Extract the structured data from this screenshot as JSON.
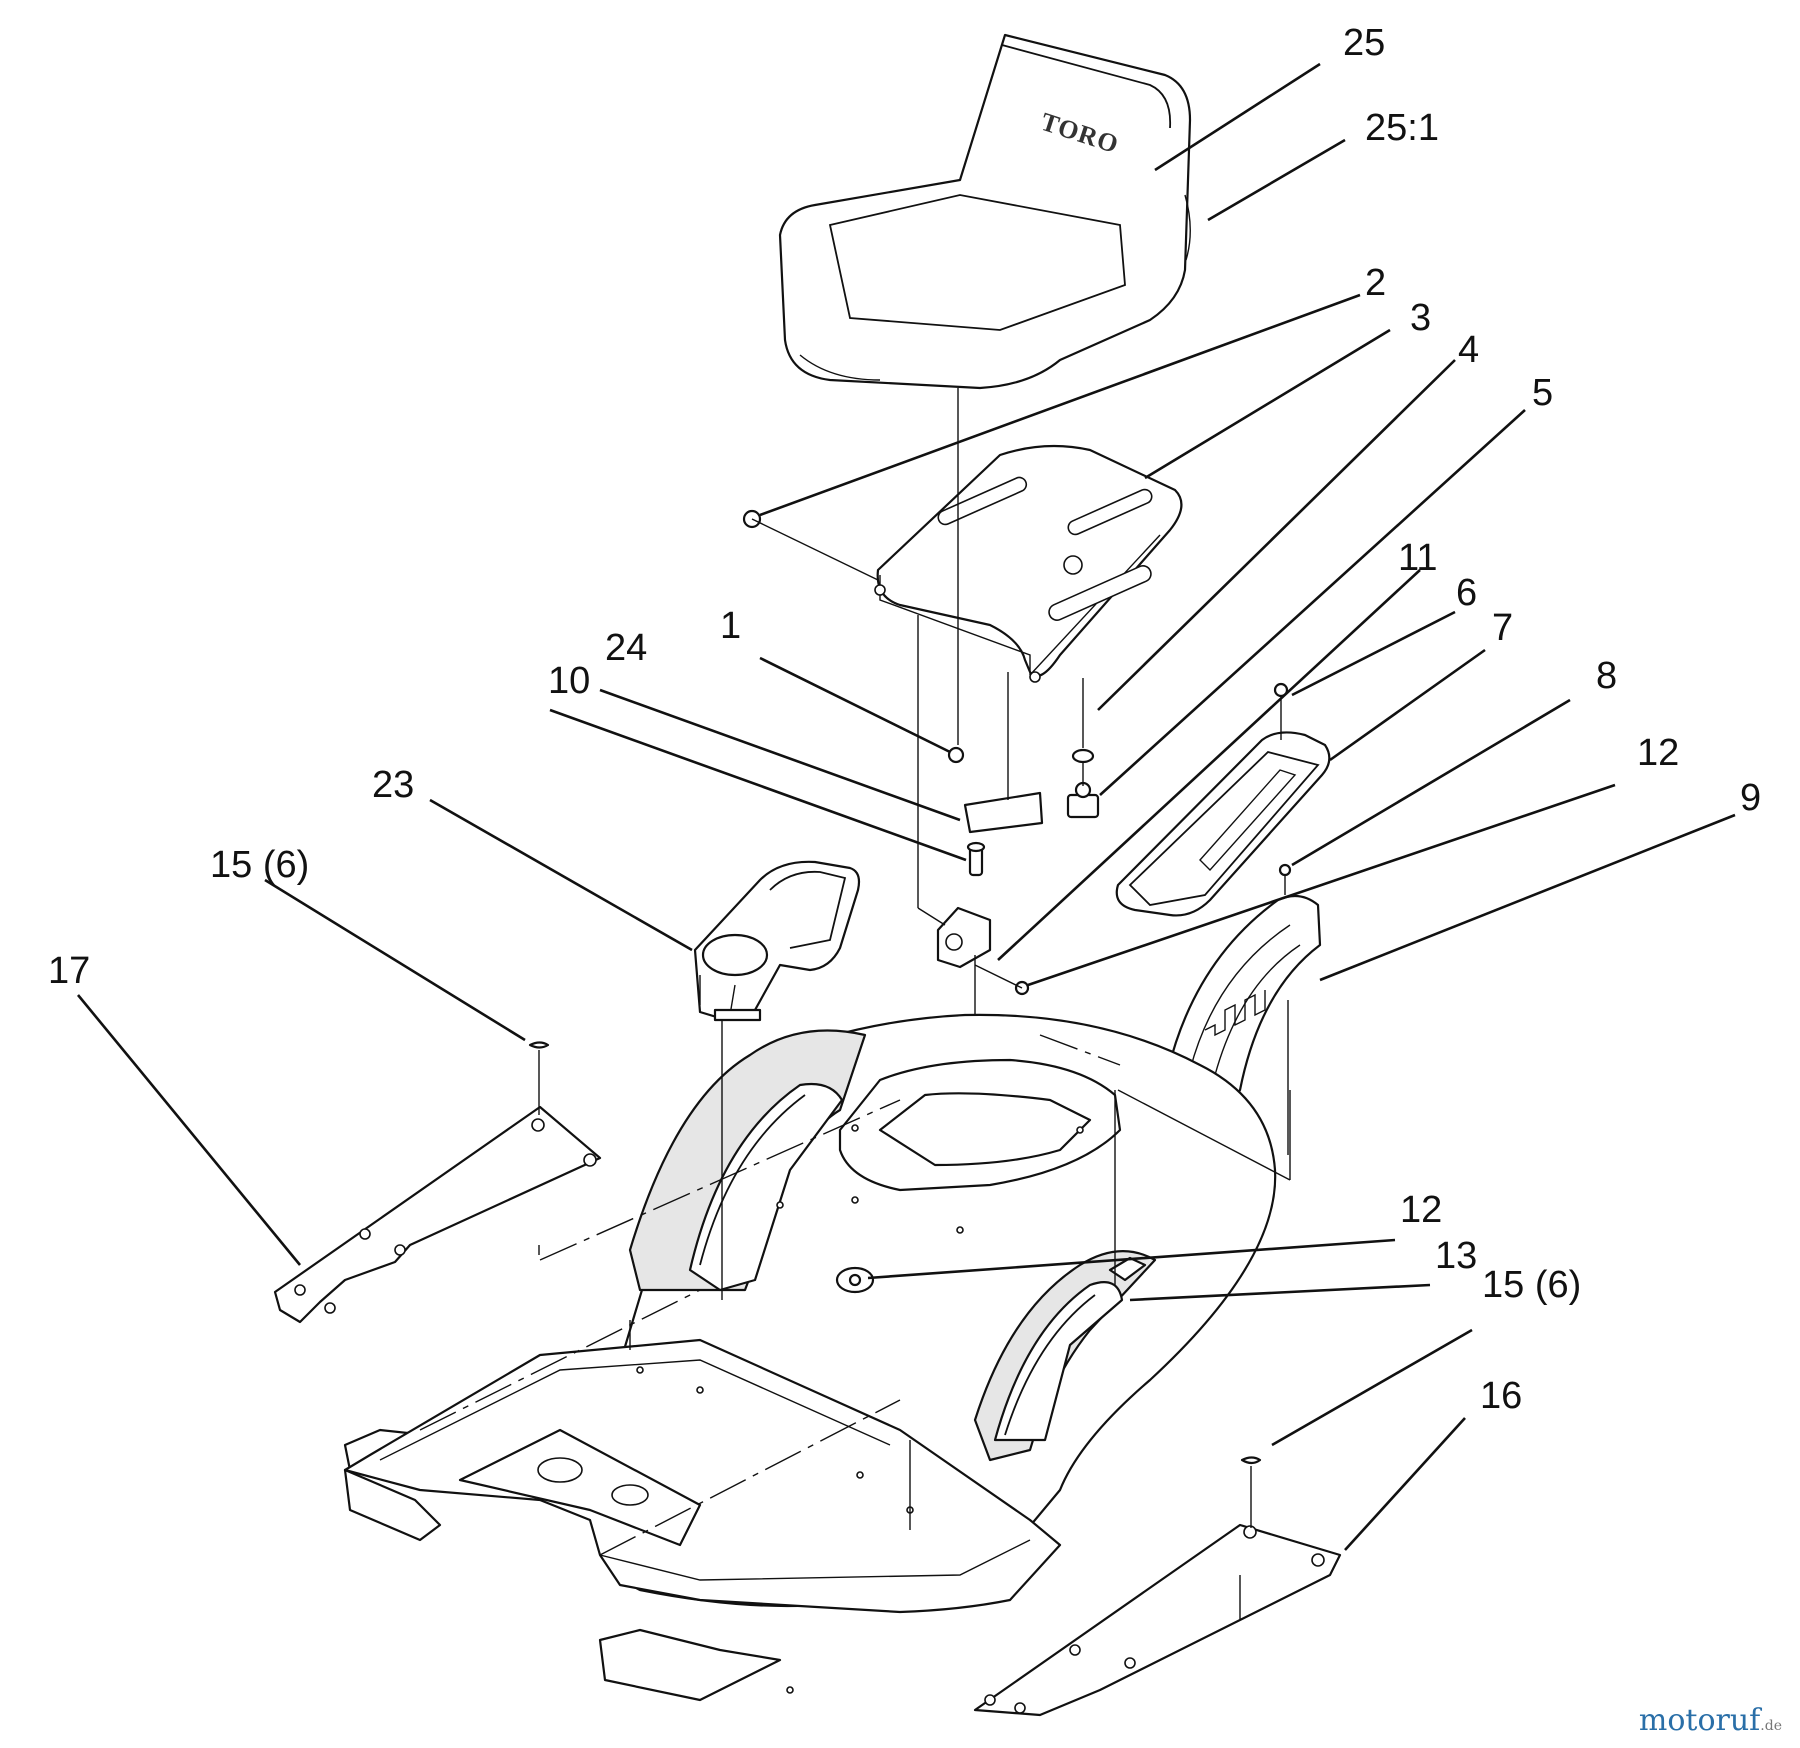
{
  "diagram": {
    "type": "exploded-parts-view",
    "seat_brand": "TORO",
    "callouts": [
      {
        "id": "25",
        "label": "25"
      },
      {
        "id": "25_1",
        "label": "25:1"
      },
      {
        "id": "2",
        "label": "2"
      },
      {
        "id": "3",
        "label": "3"
      },
      {
        "id": "4",
        "label": "4"
      },
      {
        "id": "5",
        "label": "5"
      },
      {
        "id": "11",
        "label": "11"
      },
      {
        "id": "6",
        "label": "6"
      },
      {
        "id": "1",
        "label": "1"
      },
      {
        "id": "24",
        "label": "24"
      },
      {
        "id": "10",
        "label": "10"
      },
      {
        "id": "7",
        "label": "7"
      },
      {
        "id": "8",
        "label": "8"
      },
      {
        "id": "12a",
        "label": "12"
      },
      {
        "id": "9",
        "label": "9"
      },
      {
        "id": "23",
        "label": "23"
      },
      {
        "id": "15a",
        "label": "15 (6)"
      },
      {
        "id": "17",
        "label": "17"
      },
      {
        "id": "12b",
        "label": "12"
      },
      {
        "id": "13",
        "label": "13"
      },
      {
        "id": "15b",
        "label": "15 (6)"
      },
      {
        "id": "16",
        "label": "16"
      }
    ]
  },
  "watermark": {
    "main": "motoruf",
    "tld": ".de"
  }
}
